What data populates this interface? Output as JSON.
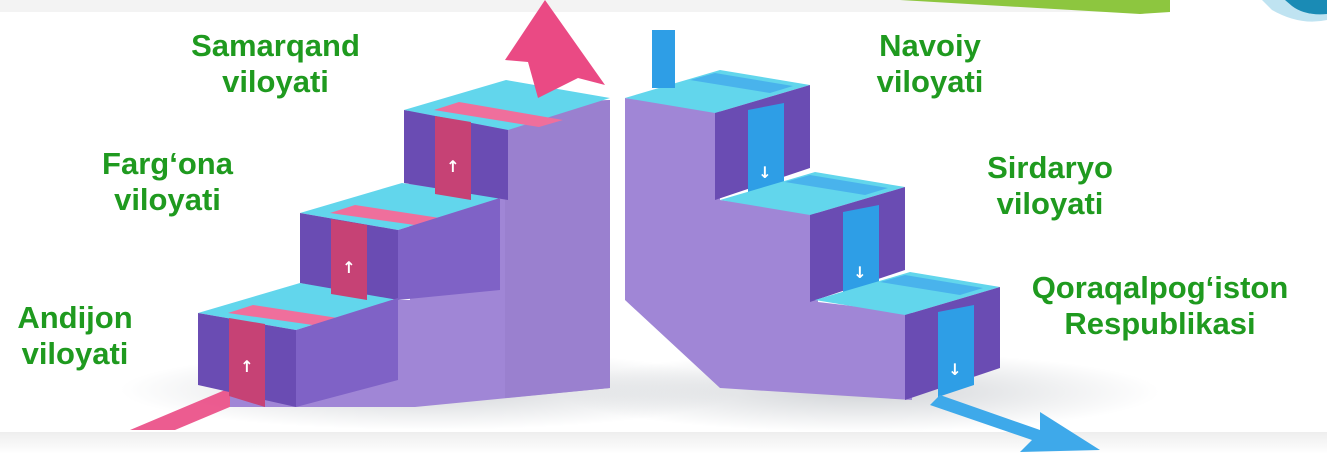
{
  "colors": {
    "label_green": "#1f9a1f",
    "step_top": "#62d6ec",
    "step_front_purple": "#6a4cb3",
    "step_side_lavender": "#9e86d4",
    "up_arrow_pink": "#ea4a84",
    "down_arrow_blue": "#2e9ee6"
  },
  "ascending": {
    "arrow_direction": "up",
    "steps": [
      {
        "line1": "Andijon",
        "line2": "viloyati"
      },
      {
        "line1": "Farg‘ona",
        "line2": "viloyati"
      },
      {
        "line1": "Samarqand",
        "line2": "viloyati"
      }
    ],
    "step_icon": "up-arrow-icon"
  },
  "descending": {
    "arrow_direction": "down",
    "steps": [
      {
        "line1": "Navoiy",
        "line2": "viloyati"
      },
      {
        "line1": "Sirdaryo",
        "line2": "viloyati"
      },
      {
        "line1": "Qoraqalpog‘iston",
        "line2": "Respublikasi"
      }
    ],
    "step_icon": "down-arrow-icon"
  }
}
